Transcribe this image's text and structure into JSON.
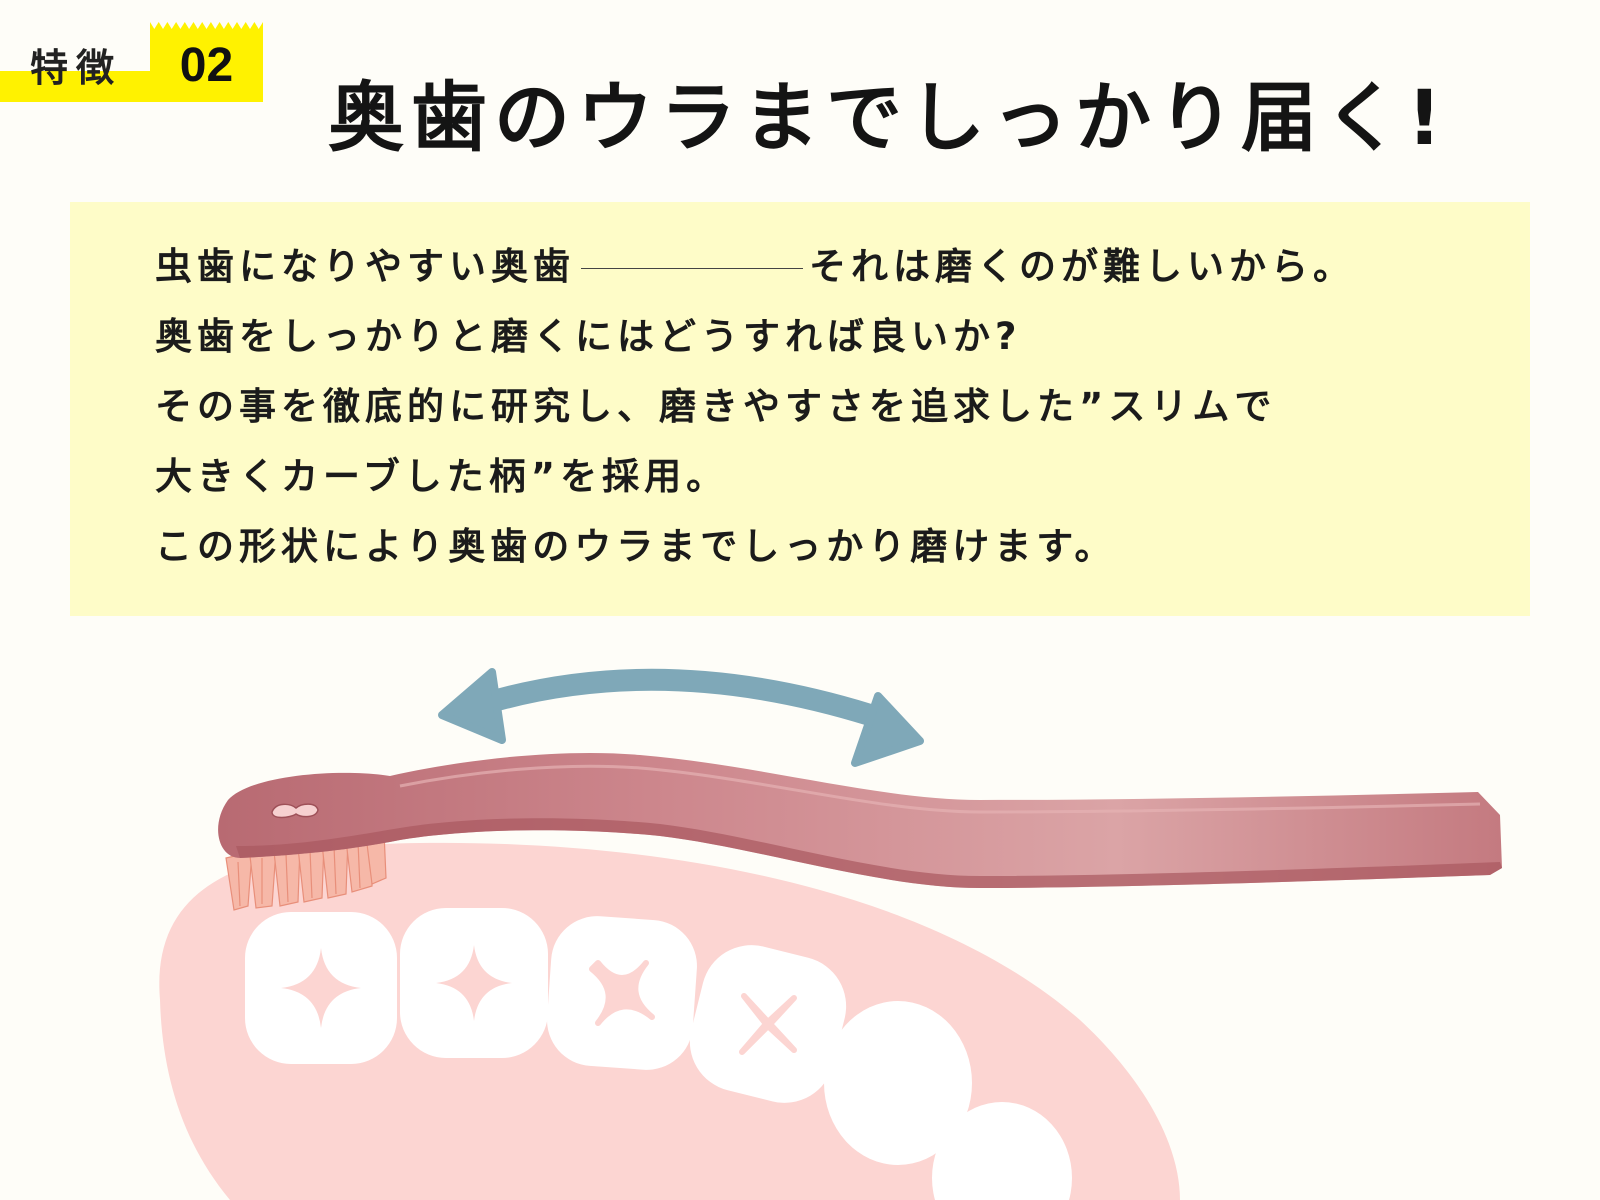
{
  "badge": {
    "label": "特徴",
    "number": "02"
  },
  "title": "奥歯のウラまでしっかり届く!",
  "intro": {
    "line1_before": "虫歯になりやすい奥歯",
    "line1_after": "それは磨くのが難しいから。",
    "line2": "奥歯をしっかりと磨くにはどうすれば良いか?",
    "line3": "その事を徹底的に研究し、磨きやすさを追求した”スリムで",
    "line4": "大きくカーブした柄”を採用。",
    "line5": "この形状により奥歯のウラまでしっかり磨けます。"
  },
  "colors": {
    "background": "#fefdf8",
    "badge_yellow": "#fff200",
    "panel_yellow": "#fefcc8",
    "gum_pink": "#fcd5d2",
    "handle_rose": "#c97d83",
    "arrow_blue": "#7fa8b8",
    "tooth_white": "#ffffff"
  }
}
